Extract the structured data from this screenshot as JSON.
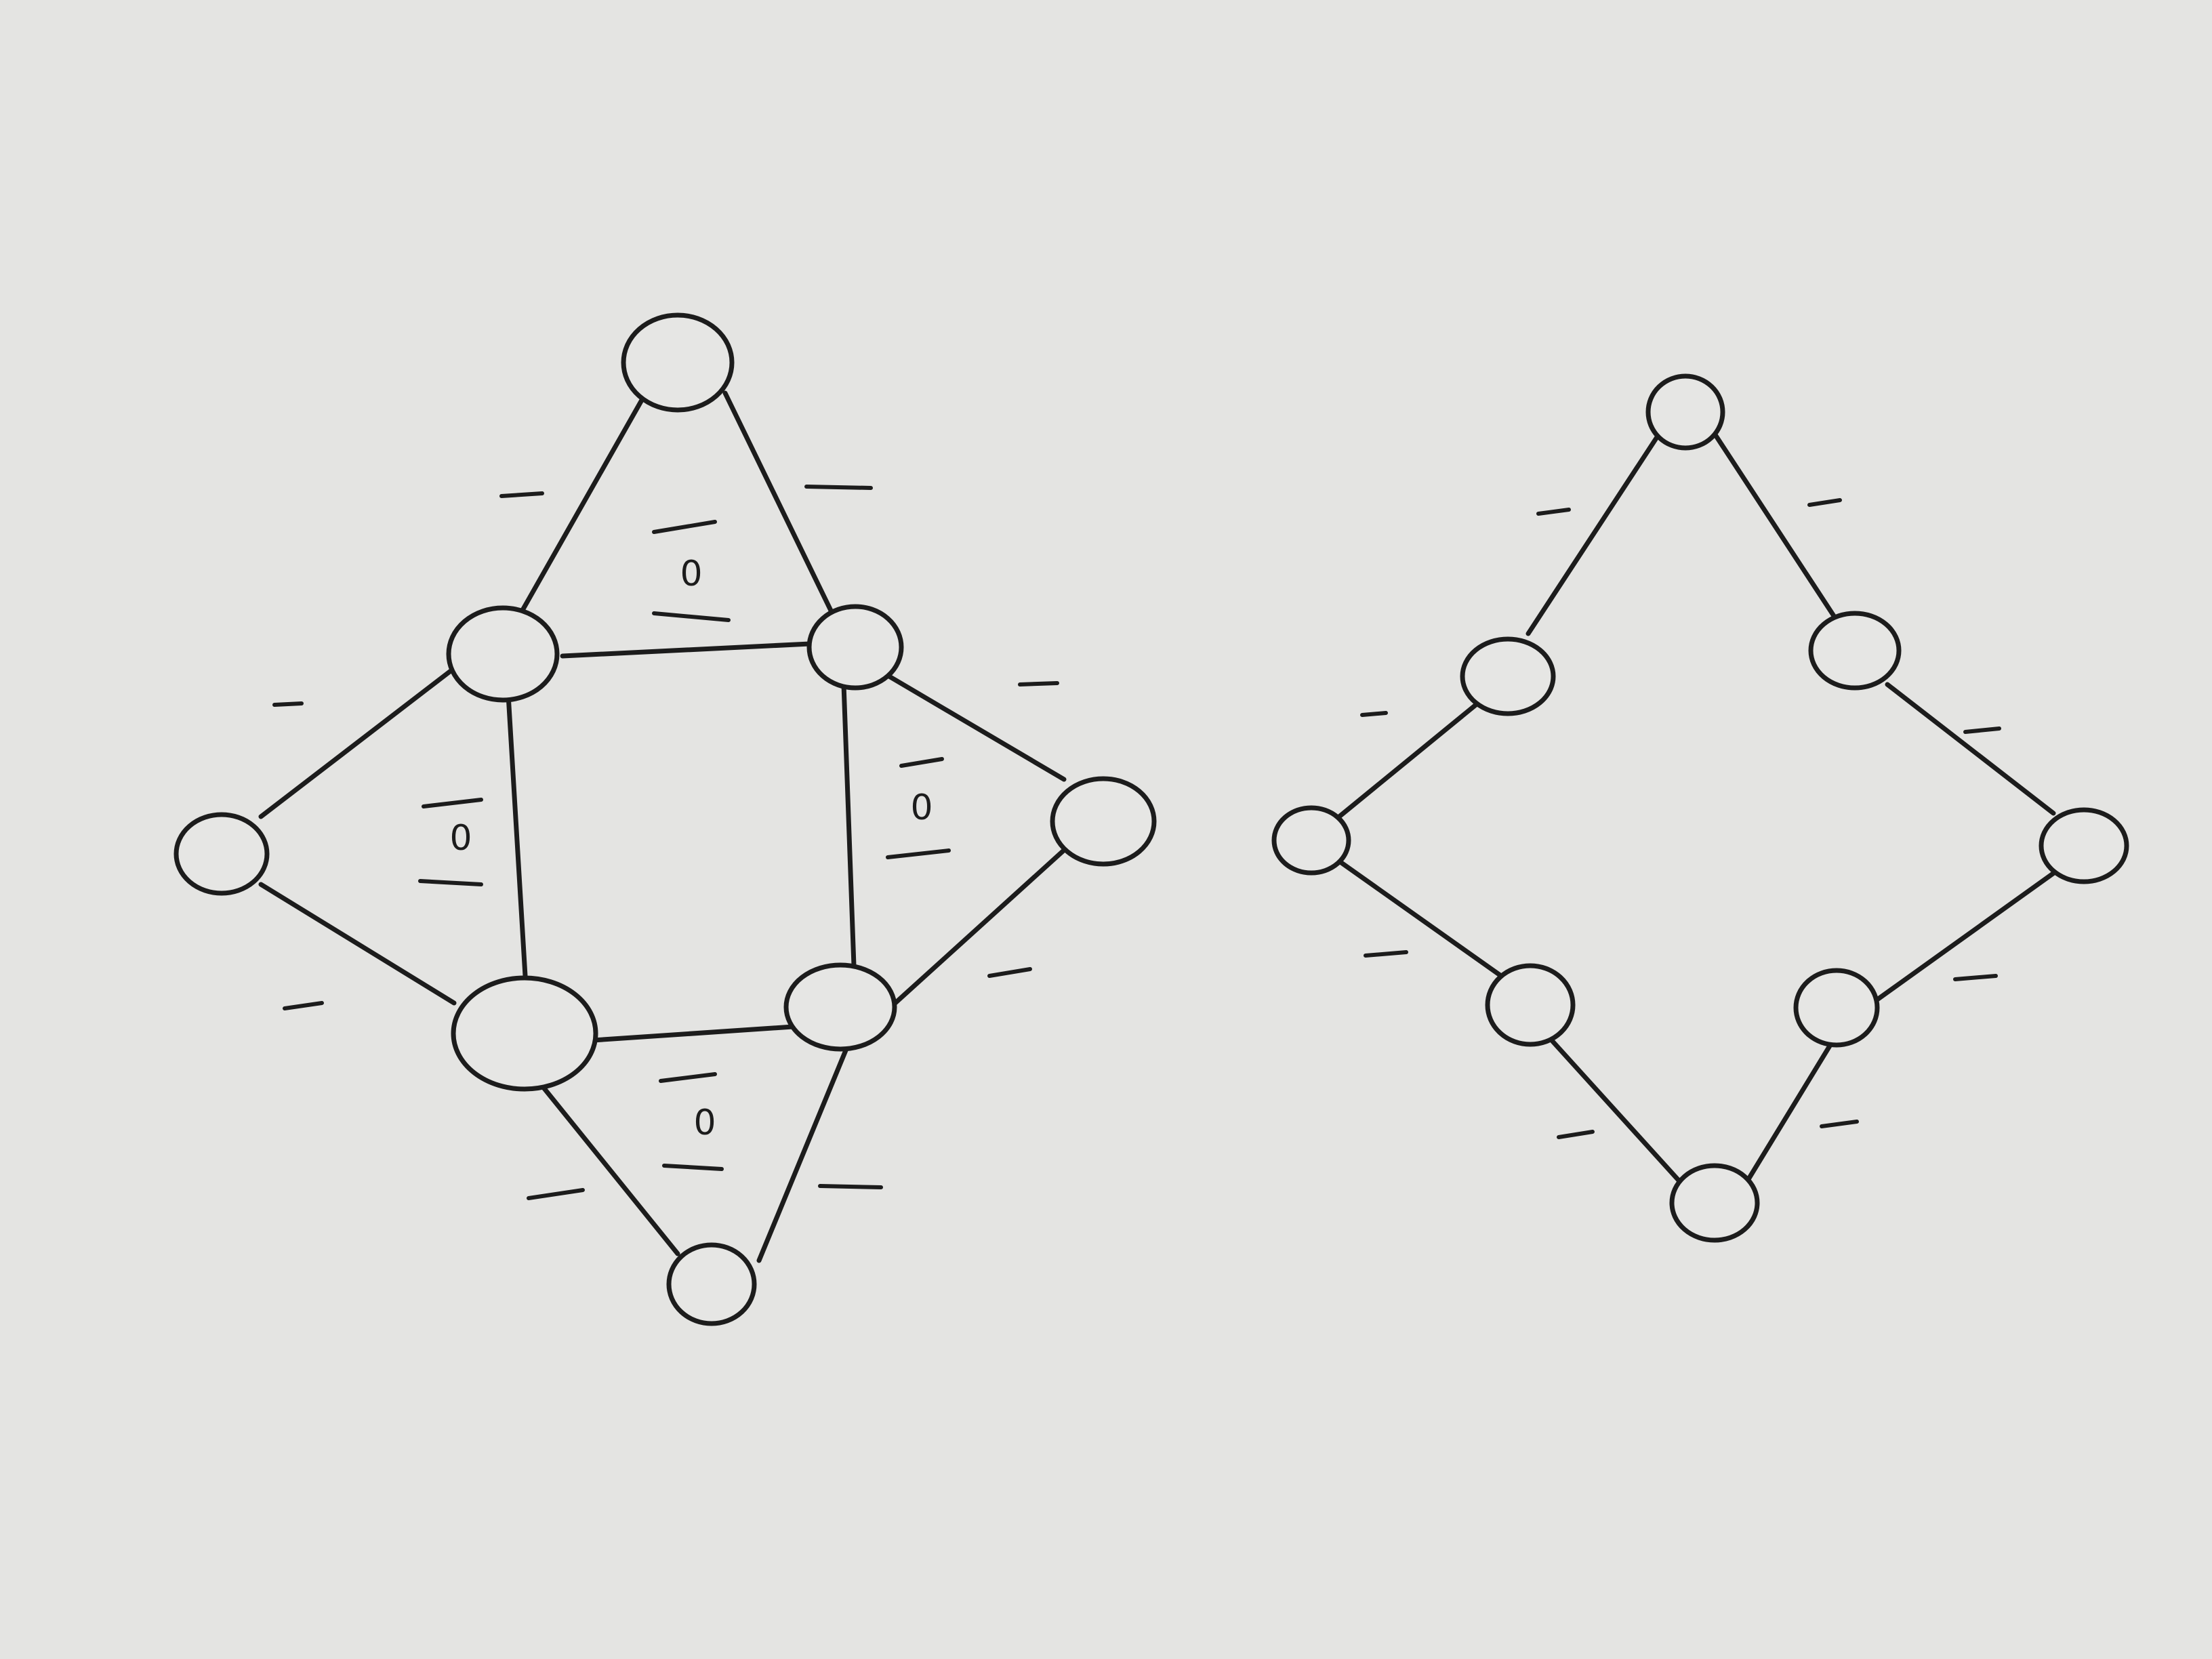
{
  "left_graph": {
    "faces": [
      {
        "id": "top",
        "label": "0"
      },
      {
        "id": "left",
        "label": "0"
      },
      {
        "id": "right",
        "label": "0"
      },
      {
        "id": "bottom",
        "label": "0"
      }
    ]
  },
  "right_graph": {}
}
